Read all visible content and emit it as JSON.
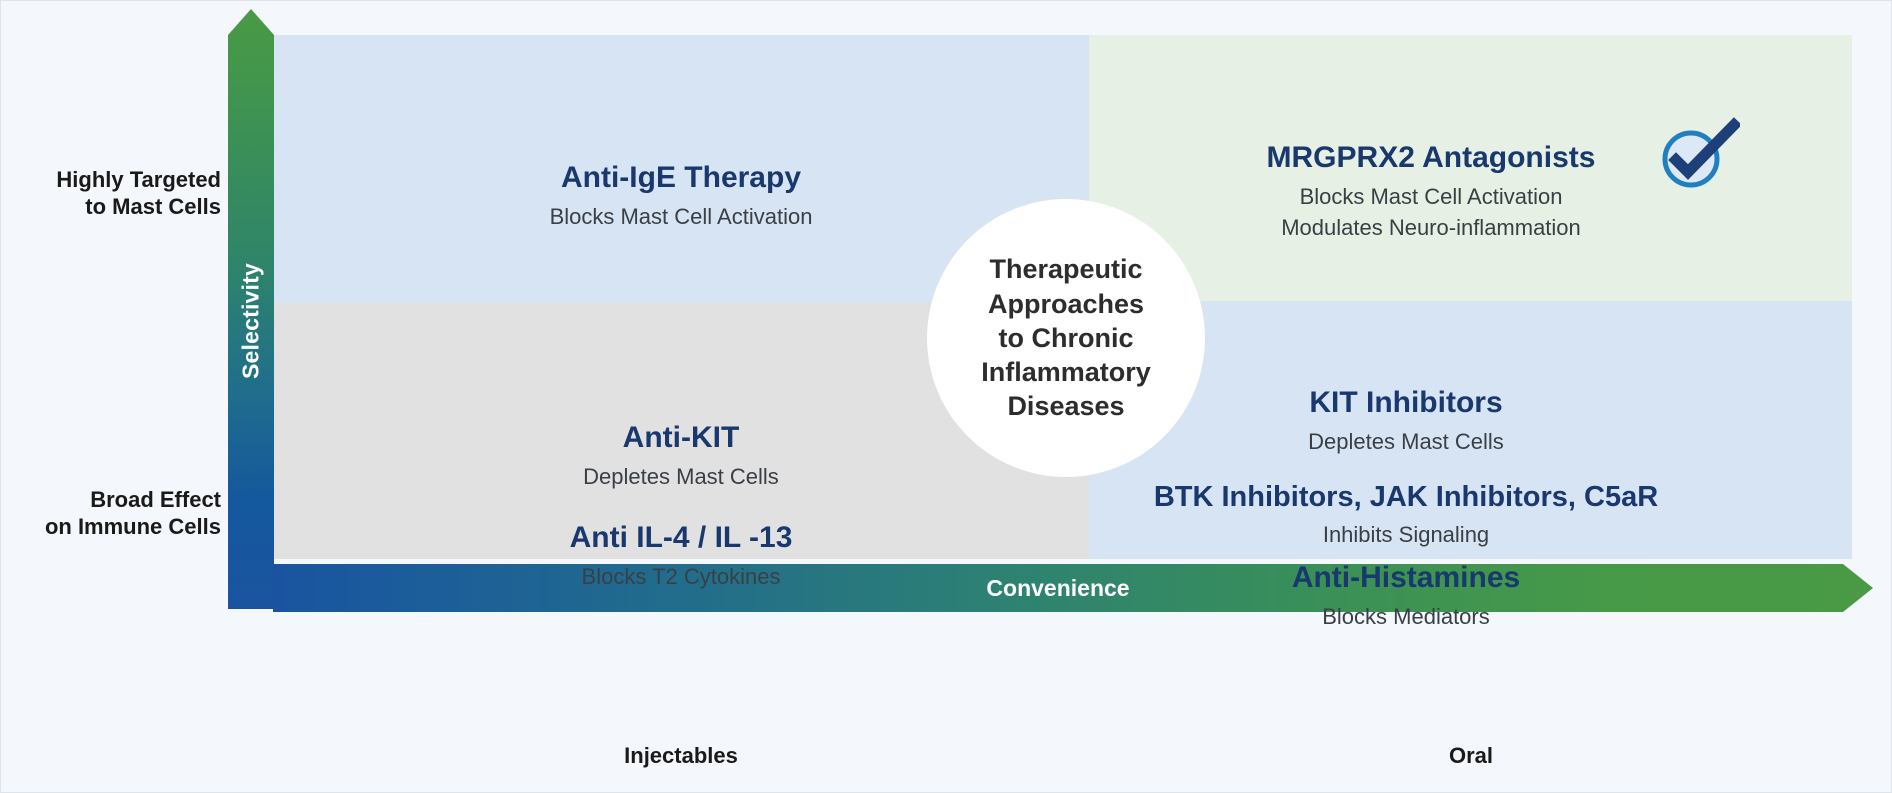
{
  "axes": {
    "y_label": "Selectivity",
    "y_high": "Highly Targeted\nto Mast Cells",
    "y_high_line1": "Highly Targeted",
    "y_high_line2": "to Mast Cells",
    "y_low_line1": "Broad Effect",
    "y_low_line2": "on Immune Cells",
    "x_label": "Convenience",
    "x_left_tick": "Injectables",
    "x_right_tick": "Oral"
  },
  "center": {
    "line1": "Therapeutic",
    "line2": "Approaches",
    "line3": "to Chronic",
    "line4": "Inflammatory",
    "line5": "Diseases"
  },
  "quadrants": {
    "top_left": {
      "name": "high-selectivity-injectable",
      "fill": "#d7e4f3",
      "items": [
        {
          "title": "Anti-IgE Therapy",
          "subs": [
            "Blocks Mast Cell Activation"
          ]
        }
      ]
    },
    "top_right": {
      "name": "high-selectivity-oral",
      "fill": "#e7f0e4",
      "items": [
        {
          "title": "MRGPRX2 Antagonists",
          "subs": [
            "Blocks Mast Cell Activation",
            "Modulates Neuro-inflammation"
          ],
          "badge": "check-circle-icon"
        }
      ]
    },
    "bottom_left": {
      "name": "broad-effect-injectable",
      "fill": "#e1e1e1",
      "items": [
        {
          "title": "Anti-KIT",
          "subs": [
            "Depletes Mast Cells"
          ]
        },
        {
          "title": "Anti IL-4 / IL -13",
          "subs": [
            "Blocks T2 Cytokines"
          ]
        }
      ]
    },
    "bottom_right": {
      "name": "broad-effect-oral",
      "fill": "#d7e4f3",
      "items": [
        {
          "title": "KIT Inhibitors",
          "subs": [
            "Depletes Mast Cells"
          ]
        },
        {
          "title": "BTK Inhibitors, JAK Inhibitors, C5aR",
          "subs": [
            "Inhibits Signaling"
          ]
        },
        {
          "title": "Anti-Histamines",
          "subs": [
            "Blocks Mediators"
          ]
        }
      ]
    }
  },
  "colors": {
    "title_navy": "#18386e",
    "sub_gray": "#3a3f46",
    "green": "#4a9a45",
    "blue": "#1a54a0",
    "check_ring": "#1f7fc0",
    "check_mark": "#1d3f7a",
    "background": "#f4f7fb"
  }
}
